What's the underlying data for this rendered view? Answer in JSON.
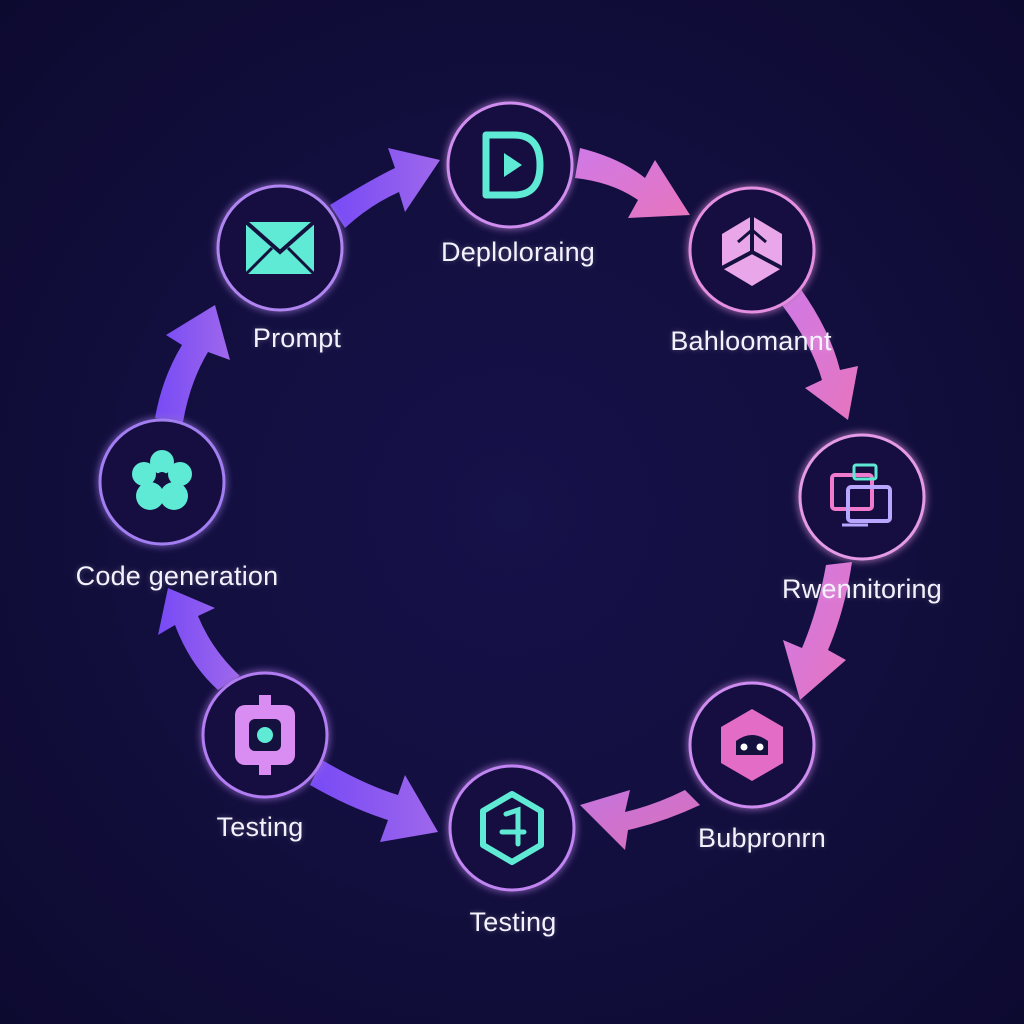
{
  "colors": {
    "background": "#120e3d",
    "violet": "#8b5cf6",
    "lavender": "#b77cf0",
    "pink": "#f07acb",
    "cyan": "#5eead4",
    "label": "#f4f2ff"
  },
  "nodes": [
    {
      "id": "prompt",
      "label": "Prompt",
      "icon": "envelope-icon",
      "icon_color": "#5eead4"
    },
    {
      "id": "deploy",
      "label": "Deploloraing",
      "icon": "d-logo-icon",
      "icon_color": "#5eead4"
    },
    {
      "id": "top-right",
      "label": "Bahloomannt",
      "icon": "cube-icon",
      "icon_color": "#f0a8e0"
    },
    {
      "id": "right",
      "label": "Rwennitoring",
      "icon": "window-stack-icon",
      "icon_color": "#b9a7ff"
    },
    {
      "id": "bottom-right",
      "label": "Bubpronrn",
      "icon": "hexagon-face-icon",
      "icon_color": "#f07acb"
    },
    {
      "id": "bottom",
      "label": "Testing",
      "icon": "hex-number-icon",
      "icon_color": "#5eead4"
    },
    {
      "id": "bottom-left",
      "label": "Testing",
      "icon": "target-square-icon",
      "icon_color": "#d98cf2"
    },
    {
      "id": "left",
      "label": "Code generation",
      "icon": "clover-icon",
      "icon_color": "#5eead4"
    }
  ]
}
